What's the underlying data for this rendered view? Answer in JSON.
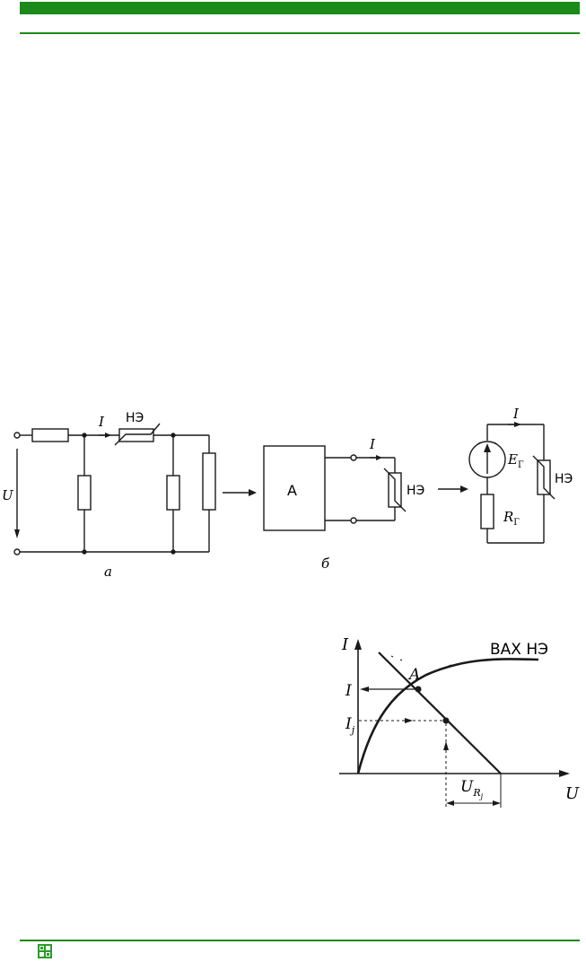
{
  "circuit_a": {
    "current_label": "I",
    "nonlinear_label": "НЭ",
    "voltage_label": "U",
    "caption": "а"
  },
  "circuit_b": {
    "block_label": "А",
    "current_label": "I",
    "nonlinear_label": "НЭ",
    "caption": "б"
  },
  "circuit_c": {
    "current_label": "I",
    "emf_label": "E",
    "emf_sub": "Г",
    "resistance_label": "R",
    "resistance_sub": "Г",
    "nonlinear_label": "НЭ"
  },
  "graph": {
    "y_axis_label": "I",
    "x_axis_label": "U",
    "curve_label": "ВАХ НЭ",
    "point_label": "A",
    "current_tick": "I",
    "current_j_main": "I",
    "current_j_sub": "j",
    "voltage_main": "U",
    "voltage_sub1": "R",
    "voltage_sub2": "j"
  },
  "colors": {
    "accent": "#1a8a1a",
    "ink": "#1a1a1a"
  },
  "icons": {
    "footer_logo": "book-logo-icon"
  }
}
